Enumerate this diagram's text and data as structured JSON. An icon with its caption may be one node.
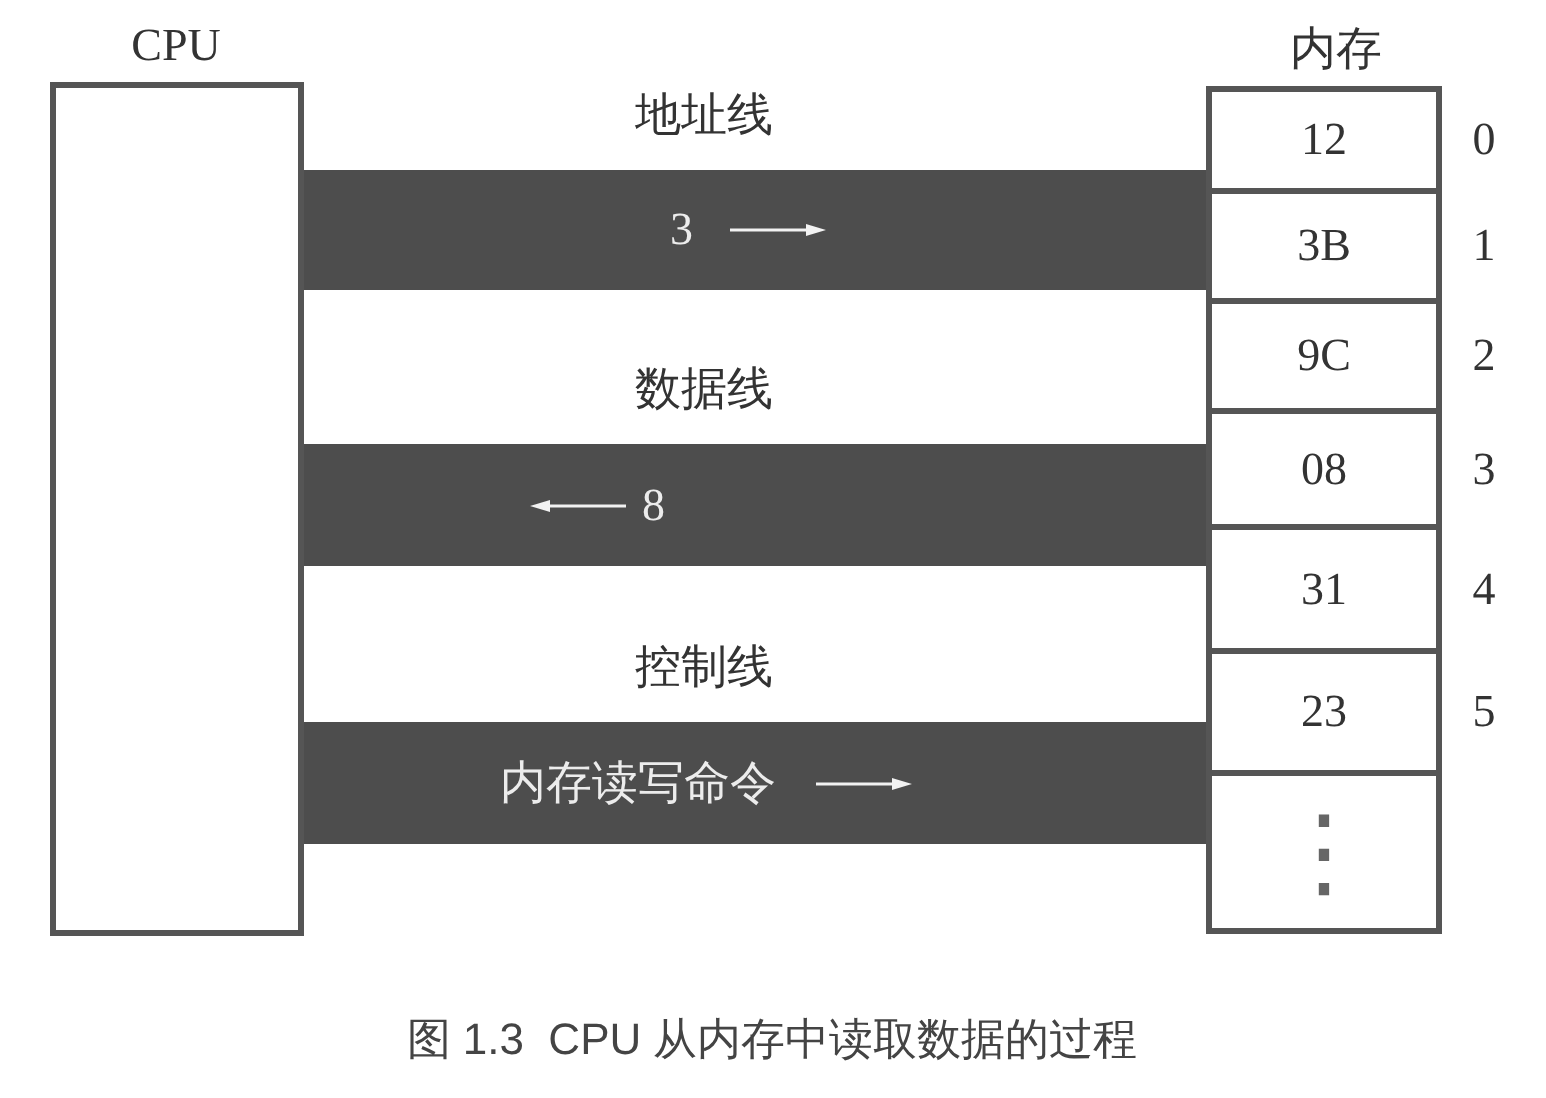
{
  "diagram": {
    "nodes": [
      {
        "text": [
          "CPU"
        ]
      },
      {
        "text": [
          "内存"
        ]
      },
      {
        "text": [
          "12"
        ],
        "in": 1,
        "beside": [
          "0"
        ]
      },
      {
        "text": [
          "3B"
        ],
        "in": 1,
        "beside": [
          "1"
        ]
      },
      {
        "text": [
          "9C"
        ],
        "in": 1,
        "beside": [
          "2"
        ]
      },
      {
        "text": [
          "08"
        ],
        "in": 1,
        "beside": [
          "3"
        ]
      },
      {
        "text": [
          "31"
        ],
        "in": 1,
        "beside": [
          "4"
        ]
      },
      {
        "text": [
          "23"
        ],
        "in": 1,
        "beside": [
          "5"
        ]
      },
      {
        "text": [
          "⋮"
        ],
        "in": 1
      },
      {
        "text": [
          "地址线",
          "3"
        ]
      },
      {
        "text": [
          "数据线",
          "8"
        ]
      },
      {
        "text": [
          "控制线",
          "内存读写命令"
        ]
      }
    ],
    "caption": "图 1.3  CPU 从内存中读取数据的过程"
  }
}
